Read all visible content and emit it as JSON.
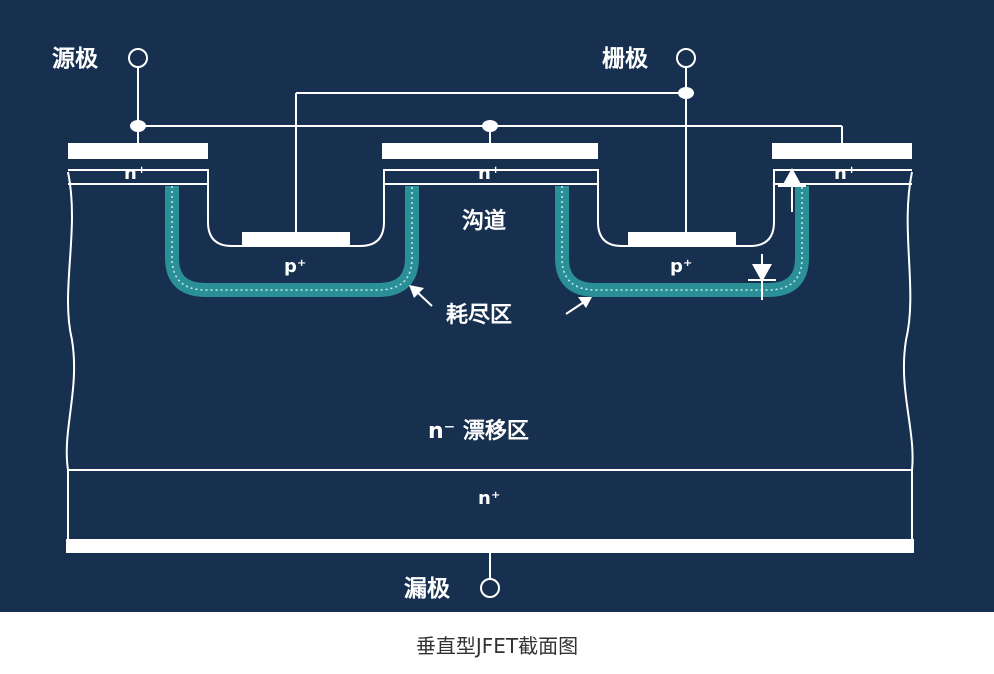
{
  "diagram": {
    "terminals": {
      "source": "源极",
      "gate": "栅极",
      "drain": "漏极"
    },
    "regions": {
      "n_plus_left": "n⁺",
      "n_plus_middle": "n⁺",
      "n_plus_right": "n⁺",
      "p_plus_left": "p⁺",
      "p_plus_right": "p⁺",
      "channel": "沟道",
      "depletion": "耗尽区",
      "drift": "n⁻ 漂移区",
      "n_plus_substrate": "n⁺"
    },
    "caption": "垂直型JFET截面图"
  }
}
